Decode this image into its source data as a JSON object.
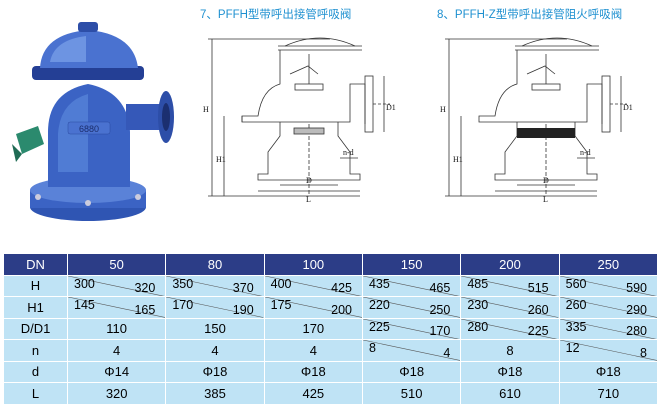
{
  "captions": {
    "pffh": "7、PFFH型带呼出接管呼吸阀",
    "pffhz": "8、PFFH-Z型带呼出接管阻火呼吸阀"
  },
  "photo_label": "6880",
  "drawing_labels": {
    "h": "H",
    "h1": "H1",
    "d1": "D1",
    "nd": "n-d",
    "d": "D",
    "l": "L"
  },
  "colors": {
    "header_bg": "#2c3d87",
    "cell_bg": "#bfe3f5",
    "caption": "#1e90d0",
    "valve_body": "#3b63c4"
  },
  "table": {
    "header": [
      "DN",
      "50",
      "80",
      "100",
      "150",
      "200",
      "250"
    ],
    "rows": [
      {
        "label": "H",
        "cells": [
          {
            "top": "300",
            "bottom": "320"
          },
          {
            "top": "350",
            "bottom": "370"
          },
          {
            "top": "400",
            "bottom": "425"
          },
          {
            "top": "435",
            "bottom": "465"
          },
          {
            "top": "485",
            "bottom": "515"
          },
          {
            "top": "560",
            "bottom": "590"
          }
        ]
      },
      {
        "label": "H1",
        "cells": [
          {
            "top": "145",
            "bottom": "165"
          },
          {
            "top": "170",
            "bottom": "190"
          },
          {
            "top": "175",
            "bottom": "200"
          },
          {
            "top": "220",
            "bottom": "250"
          },
          {
            "top": "230",
            "bottom": "260"
          },
          {
            "top": "260",
            "bottom": "290"
          }
        ]
      },
      {
        "label": "D/D1",
        "cells": [
          {
            "single": "110"
          },
          {
            "single": "150"
          },
          {
            "single": "170"
          },
          {
            "top": "225",
            "bottom": "170"
          },
          {
            "top": "280",
            "bottom": "225"
          },
          {
            "top": "335",
            "bottom": "280"
          }
        ]
      },
      {
        "label": "n",
        "cells": [
          {
            "single": "4"
          },
          {
            "single": "4"
          },
          {
            "single": "4"
          },
          {
            "top": "8",
            "bottom": "4"
          },
          {
            "single": "8"
          },
          {
            "top": "12",
            "bottom": "8"
          }
        ]
      },
      {
        "label": "d",
        "cells": [
          {
            "single": "Φ14"
          },
          {
            "single": "Φ18"
          },
          {
            "single": "Φ18"
          },
          {
            "single": "Φ18"
          },
          {
            "single": "Φ18"
          },
          {
            "single": "Φ18"
          }
        ]
      },
      {
        "label": "L",
        "cells": [
          {
            "single": "320"
          },
          {
            "single": "385"
          },
          {
            "single": "425"
          },
          {
            "single": "510"
          },
          {
            "single": "610"
          },
          {
            "single": "710"
          }
        ]
      }
    ]
  }
}
